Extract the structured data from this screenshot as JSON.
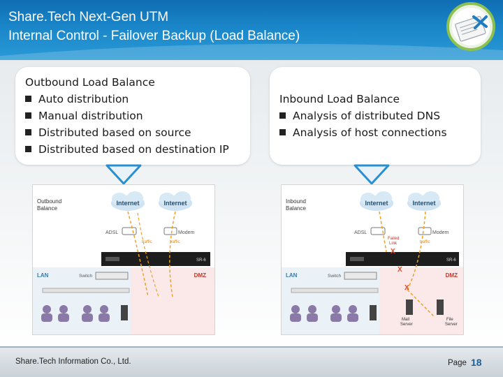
{
  "header": {
    "title_line1": "Share.Tech Next-Gen UTM",
    "title_line2": "Internal Control - Failover Backup (Load Balance)",
    "logo_icon": "notepad-check-icon"
  },
  "outbound_box": {
    "heading": "Outbound Load Balance",
    "items": [
      "Auto distribution",
      "Manual distribution",
      "Distributed based on source",
      "Distributed based on destination IP"
    ]
  },
  "inbound_box": {
    "heading": "Inbound Load Balance",
    "items": [
      "Analysis of distributed DNS",
      "Analysis of host connections"
    ]
  },
  "outbound_diagram": {
    "title_line1": "Outbound",
    "title_line2": "Balance",
    "cloud1": "Internet",
    "cloud2": "Internet",
    "adsl": "ADSL",
    "modem": "Modem",
    "traffic1": "traffic",
    "traffic2": "traffic",
    "device": "SR-6",
    "lan": "LAN",
    "switch": "Switch",
    "dmz": "DMZ"
  },
  "inbound_diagram": {
    "title_line1": "Inbound",
    "title_line2": "Balance",
    "cloud1": "Internet",
    "cloud2": "Internet",
    "adsl": "ADSL",
    "modem": "Modem",
    "failed_line1": "Failed",
    "failed_line2": "Link",
    "traffic": "traffic",
    "device": "SR-6",
    "lan": "LAN",
    "switch": "Switch",
    "dmz": "DMZ",
    "mail_line1": "Mail",
    "mail_line2": "Server",
    "file_line1": "File",
    "file_line2": "Server",
    "x_mark": "X"
  },
  "footer": {
    "company": "Share.Tech Information Co., Ltd.",
    "page_label": "Page",
    "page_number": "18"
  },
  "colors": {
    "header_blue": "#1a86c9",
    "accent_blue": "#1a5f99",
    "traffic_orange": "#f0a020",
    "dmz_red": "#c0392b",
    "lan_teal": "#3a7ca5"
  }
}
